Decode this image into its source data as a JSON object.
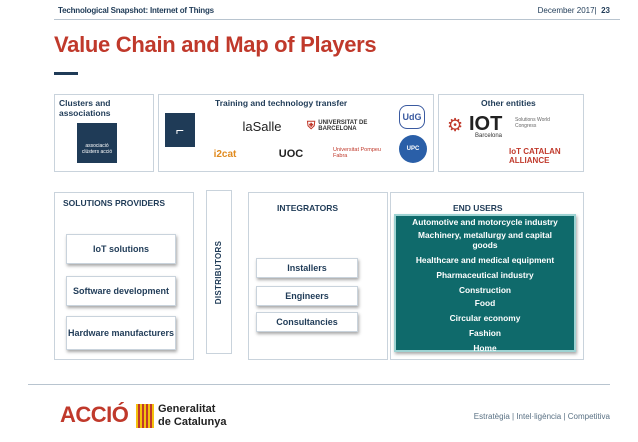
{
  "header": {
    "doc_title": "Technological Snapshot: Internet of Things",
    "date": "December 2017",
    "page_number": "23"
  },
  "title": "Value Chain and Map of Players",
  "top_panels": {
    "clusters": {
      "label": "Clusters and associations",
      "logo_text": "associació clústers acció"
    },
    "training": {
      "label": "Training and technology transfer",
      "logos": {
        "lasalle": "laSalle",
        "ub": "UNIVERSITAT DE BARCELONA",
        "udg": "UdG",
        "i2cat": "i2cat",
        "uoc": "UOC",
        "upf": "Universitat Pompeu Fabra",
        "upc": "UPC"
      }
    },
    "other": {
      "label": "Other entities",
      "logos": {
        "iot_barcelona": "IOT",
        "iot_barcelona_sub": "Barcelona",
        "iot_congress": "Solutions World Congress",
        "catalan_alliance": "IoT CATALAN ALLIANCE"
      }
    }
  },
  "solutions": {
    "label": "SOLUTIONS PROVIDERS",
    "items": [
      "IoT solutions",
      "Software development",
      "Hardware manufacturers"
    ]
  },
  "distributors": {
    "label": "DISTRIBUTORS"
  },
  "integrators": {
    "label": "INTEGRATORS",
    "items": [
      "Installers",
      "Engineers",
      "Consultancies"
    ]
  },
  "end_users": {
    "label": "END USERS",
    "items": [
      "Automotive and motorcycle industry",
      "Machinery, metallurgy and capital goods",
      "Healthcare and medical equipment",
      "Pharmaceutical industry",
      "Construction",
      "Food",
      "Circular economy",
      "Fashion",
      "Home"
    ]
  },
  "footer": {
    "brand": "ACCIÓ",
    "gov_line1": "Generalitat",
    "gov_line2": "de Catalunya",
    "tagline": "Estratègia | Intel·ligència | Competitiva"
  },
  "colors": {
    "accent_red": "#c0392b",
    "navy": "#1f3b57",
    "teal": "#0f6a6b"
  }
}
